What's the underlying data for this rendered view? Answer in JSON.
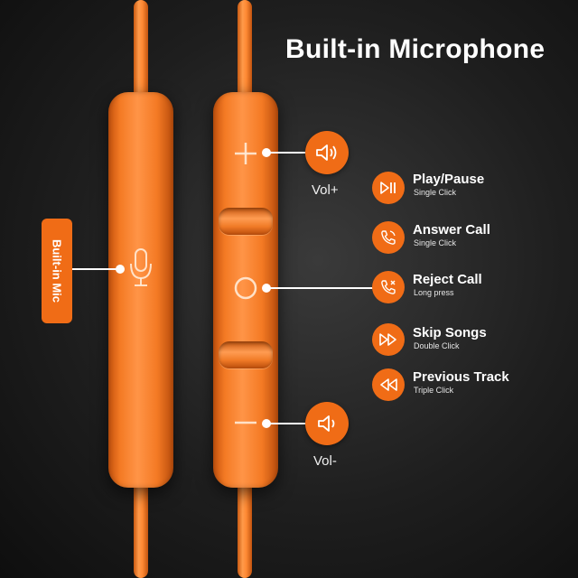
{
  "title": "Built-in Microphone",
  "mic_label": "Built-in Mic",
  "volume": {
    "up_label": "Vol+",
    "down_label": "Vol-"
  },
  "functions": [
    {
      "title": "Play/Pause",
      "subtitle": "Single Click",
      "icon": "play-pause-icon"
    },
    {
      "title": "Answer Call",
      "subtitle": "Single Click",
      "icon": "phone-call-icon"
    },
    {
      "title": "Reject Call",
      "subtitle": "Long press",
      "icon": "phone-reject-icon"
    },
    {
      "title": "Skip Songs",
      "subtitle": "Double Click",
      "icon": "fast-forward-icon"
    },
    {
      "title": "Previous Track",
      "subtitle": "Triple Click",
      "icon": "rewind-icon"
    }
  ],
  "colors": {
    "accent": "#f06c16",
    "cable": "#ff8a34",
    "background": "#1e1e1e"
  }
}
